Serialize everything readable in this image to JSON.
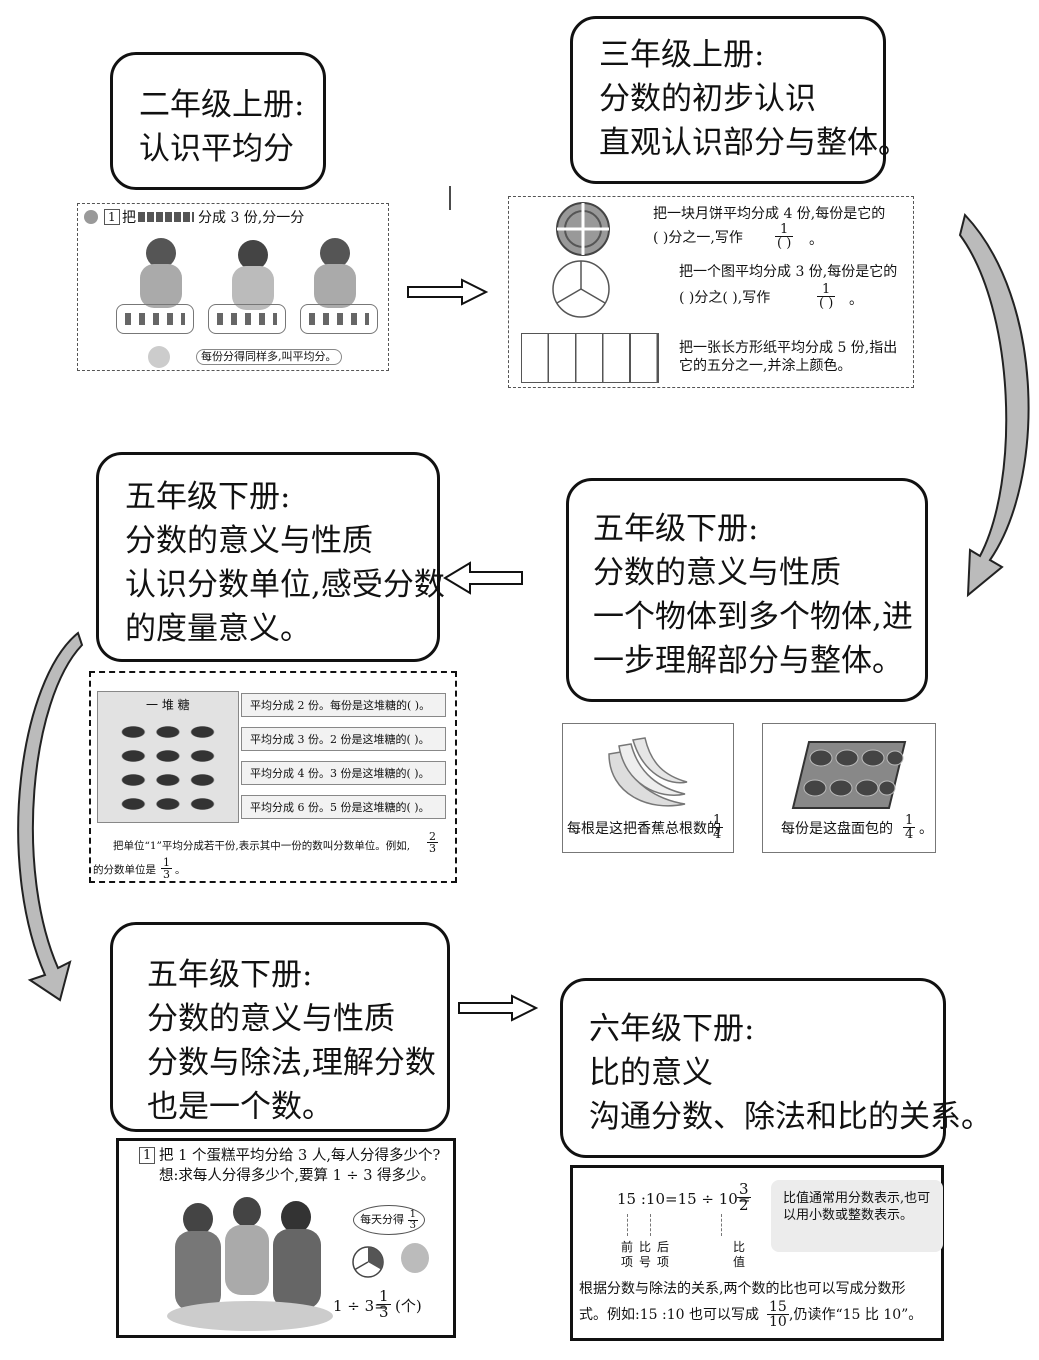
{
  "boxes": {
    "grade2_up": {
      "l1": "二年级上册:",
      "l2": "认识平均分"
    },
    "grade3_up": {
      "l1": "三年级上册:",
      "l2": "分数的初步认识",
      "l3": "直观认识部分与整体。"
    },
    "grade5_down_a": {
      "l1": "五年级下册:",
      "l2": "分数的意义与性质",
      "l3": "一个物体到多个物体,进",
      "l4": "一步理解部分与整体。"
    },
    "grade5_down_b": {
      "l1": "五年级下册:",
      "l2": "分数的意义与性质",
      "l3": "认识分数单位,感受分数",
      "l4": "的度量意义。"
    },
    "grade5_down_c": {
      "l1": "五年级下册:",
      "l2": "分数的意义与性质",
      "l3": "分数与除法,理解分数",
      "l4": "也是一个数。"
    },
    "grade6_down": {
      "l1": "六年级下册:",
      "l2": "比的意义",
      "l3": "沟通分数、除法和比的关系。"
    }
  },
  "panel1": {
    "badge": "1",
    "task_pre": "把",
    "task_post": "分成 3 份,分一分",
    "caption": "每份分得同样多,叫平均分。"
  },
  "panel2": {
    "mooncake_text": "把一块月饼平均分成 4 份,每份是它的",
    "mooncake_blank": "(    )分之一,写作",
    "circle_text": "把一个图平均分成 3 份,每份是它的",
    "circle_blank": "(    )分之(    ),写作",
    "rect_text1": "把一张长方形纸平均分成 5 份,指出",
    "rect_text2": "它的五分之一,并涂上颜色。",
    "frac_num": "1",
    "frac_den": "(  )"
  },
  "panel3": {
    "banana_caption": "每根是这把香蕉总根数的",
    "bread_caption": "每份是这盘面包的",
    "frac_num": "1",
    "frac_den": "4"
  },
  "panel4": {
    "title": "一  堆  糖",
    "rows": [
      "平均分成 2 份。每份是这堆糖的",
      "平均分成 3 份。2 份是这堆糖的",
      "平均分成 4 份。3 份是这堆糖的",
      "平均分成 6 份。5 份是这堆糖的"
    ],
    "bracket": "(  )",
    "period": "。",
    "def_text": "把单位“1”平均分成若干份,表示其中一份的数叫分数单位。例如,",
    "def_text2": "的分数单位是",
    "ex_num": "2",
    "ex_den": "3",
    "unit_num": "1",
    "unit_den": "3"
  },
  "panel5": {
    "badge": "1",
    "question": "把 1 个蛋糕平均分给 3 人,每人分得多少个?",
    "think": "想:求每人分得多少个,要算 1 ÷ 3 得多少。",
    "bubble": "每天分得",
    "eq_left": "1 ÷ 3=",
    "eq_num": "1",
    "eq_den": "3",
    "eq_unit": "(个)"
  },
  "panel6": {
    "eq_text": "15 :10=15 ÷ 10=",
    "eq_num": "3",
    "eq_den": "2",
    "note": "比值通常用分数表示,也可以用小数或整数表示。",
    "lbl_front": "前项",
    "lbl_sign": "比号",
    "lbl_back": "后项",
    "lbl_value": "比值",
    "para1": "根据分数与除法的关系,两个数的比也可以写成分数形",
    "para2_pre": "式。例如:15 :10 也可以写成",
    "para2_post": ",仍读作“15 比 10”。",
    "ex_num": "15",
    "ex_den": "10"
  }
}
